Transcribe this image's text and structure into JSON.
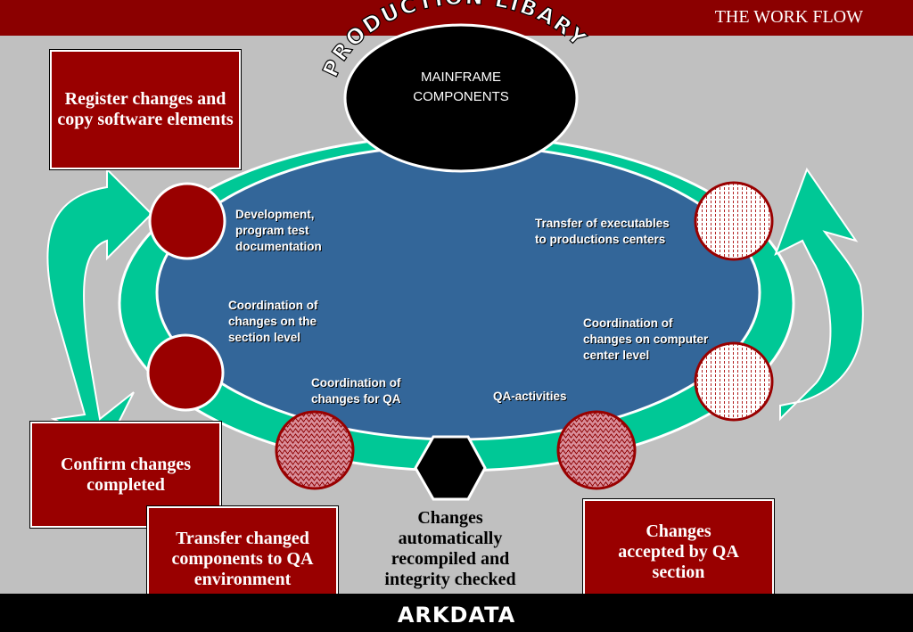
{
  "header": {
    "title": "THE WORK FLOW"
  },
  "arc_title": "PRODUCTION LIBARY",
  "hub": {
    "line1": "MAINFRAME",
    "line2": "COMPONENTS"
  },
  "steps": {
    "development": "Development,\nprogram test\ndocumentation",
    "section_coord": "Coordination of\nchanges on  the\nsection level",
    "qa_coord": "Coordination of\nchanges for QA",
    "qa_activities": "QA-activities",
    "center_coord": "Coordination of\nchanges on computer\ncenter level",
    "transfer_exec": "Transfer of executables\nto productions centers"
  },
  "boxes": {
    "register": "Register changes and copy software elements",
    "confirm": "Confirm changes completed",
    "transfer_qa": "Transfer changed components to QA environment",
    "accepted": "Changes accepted by QA section"
  },
  "recompiled": "Changes automatically recompiled and integrity checked",
  "footer": {
    "brand": "ARKDATA"
  },
  "colors": {
    "dark_red": "#990000",
    "teal": "#00c896",
    "ellipse_blue": "#336699"
  }
}
